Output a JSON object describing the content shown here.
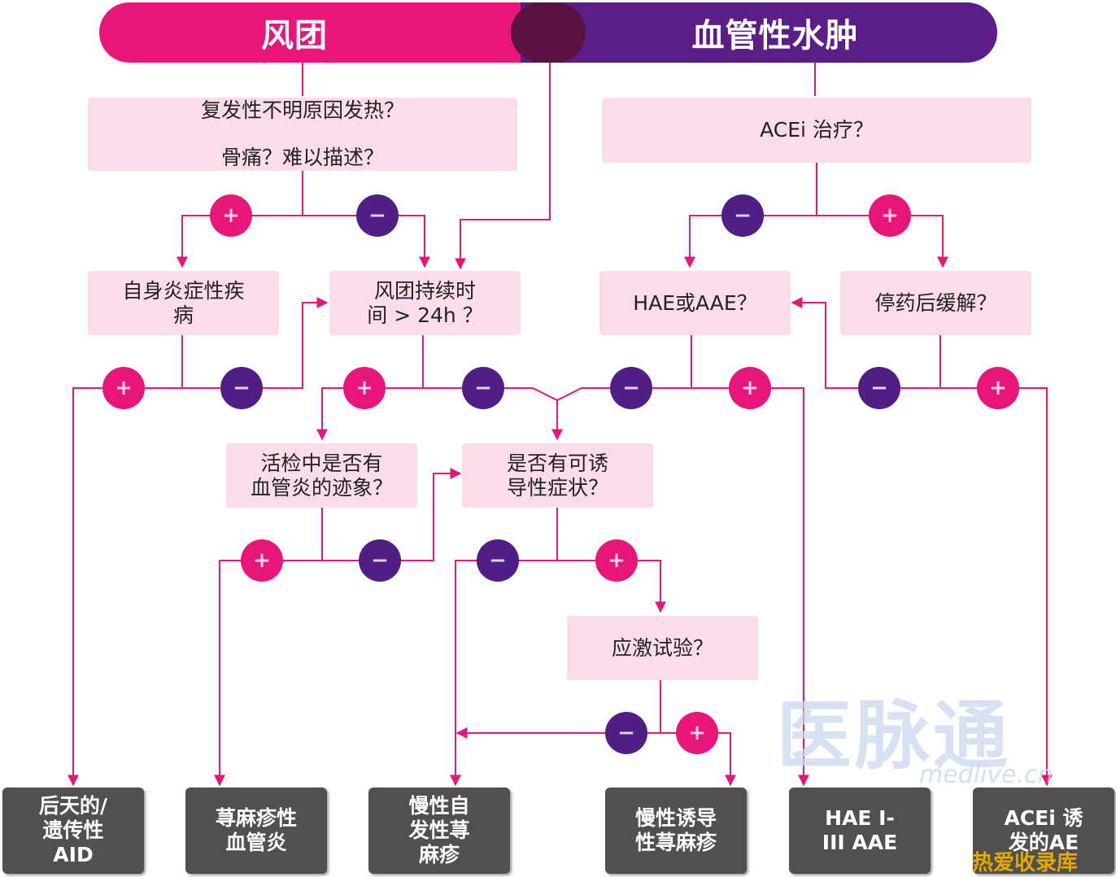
{
  "header": {
    "left": "风团",
    "right": "血管性水肿"
  },
  "questions": {
    "fever": [
      "复发性不明原因发热？",
      "骨痛？难以描述？"
    ],
    "acei": [
      "ACEi 治疗？"
    ],
    "autoimmune": [
      "自身炎症性疾",
      "病"
    ],
    "duration": [
      "风团持续时",
      "间 > 24h ？"
    ],
    "hae": [
      "HAE或AAE？"
    ],
    "stop_drug": [
      "停药后缓解？"
    ],
    "biopsy": [
      "活检中是否有",
      "血管炎的迹象？"
    ],
    "inducible": [
      "是否有可诱",
      "导性症状？"
    ],
    "provocation": [
      "应激试验？"
    ]
  },
  "outcomes": {
    "aid": [
      "后天的/",
      "遗传性",
      "AID"
    ],
    "uv": [
      "荨麻疹性",
      "血管炎"
    ],
    "csu": [
      "慢性自",
      "发性荨",
      "麻疹"
    ],
    "cindu": [
      "慢性诱导",
      "性荨麻疹"
    ],
    "hae": [
      "HAE I-",
      "III AAE"
    ],
    "acei": [
      "ACEi 诱",
      "发的AE"
    ]
  },
  "symbols": {
    "plus": "+",
    "minus": "−"
  },
  "watermark": {
    "logo": "医脉通",
    "url": "medlive.cn",
    "footer": "热爱收录库"
  },
  "colors": {
    "pink": "#e8157a",
    "purple": "#4f1f85",
    "box": "#fbdcea",
    "terminal": "#505050",
    "line": "#e8157a"
  }
}
